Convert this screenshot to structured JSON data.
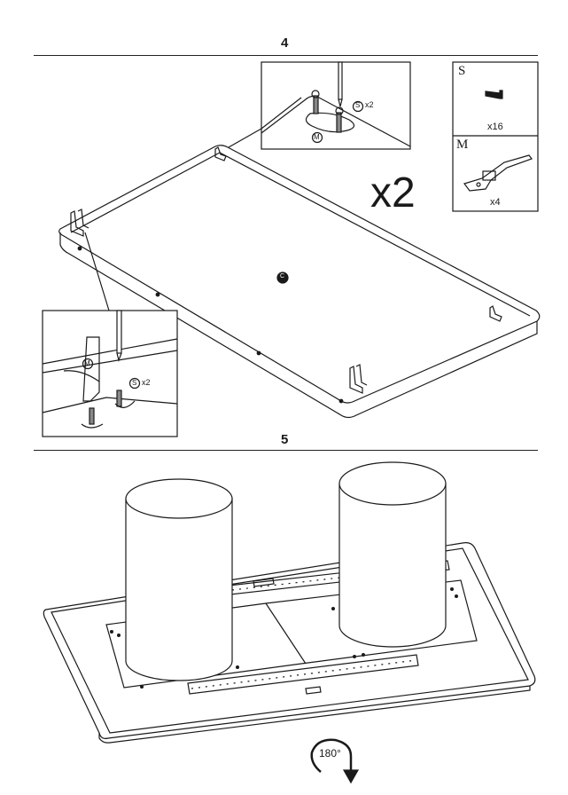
{
  "steps": [
    {
      "number": "4"
    },
    {
      "number": "5"
    }
  ],
  "step4": {
    "multiplier": "x2",
    "hole_marker": "C",
    "detail_top": {
      "part_label": "M",
      "screw_label": "S",
      "screw_qty": "x2"
    },
    "detail_left": {
      "part_label": "M",
      "screw_label": "S",
      "screw_qty": "x2"
    },
    "parts": [
      {
        "label": "S",
        "icon": "screw-icon",
        "qty": "x16"
      },
      {
        "label": "M",
        "icon": "latch-clip-icon",
        "qty": "x4"
      }
    ]
  },
  "step5": {
    "rotation": "180°"
  },
  "colors": {
    "line": "#1a1a1a",
    "background": "#ffffff"
  }
}
